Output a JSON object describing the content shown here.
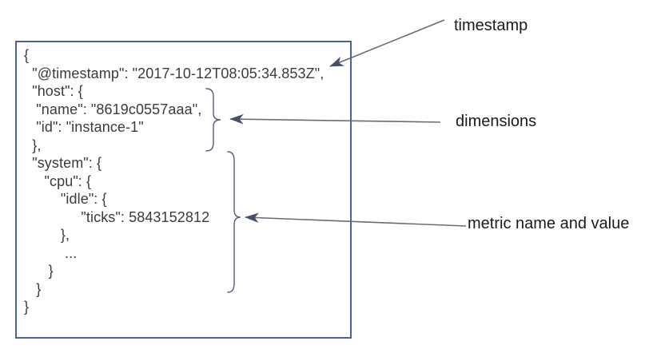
{
  "document_box": {
    "border_color": "#47639e",
    "code": {
      "lines": [
        "{",
        "  \"@timestamp\": \"2017-10-12T08:05:34.853Z\",",
        "  \"host\": {",
        "   \"name\": \"8619c0557aaa\",",
        "   \"id\": \"instance-1\"",
        "  },",
        "  \"system\": {",
        "     \"cpu\": {",
        "         \"idle\": {",
        "              \"ticks\": 5843152812",
        "         },",
        "          ...",
        "      }",
        "   }",
        "}"
      ],
      "text_color": "#3b3b3b"
    }
  },
  "annotations": {
    "timestamp": {
      "label": "timestamp"
    },
    "dimensions": {
      "label": "dimensions"
    },
    "metric": {
      "label": "metric name and value"
    },
    "label_color": "#1a1a1a",
    "arrow_color": "#666c76",
    "brace_color": "#515f7d"
  }
}
